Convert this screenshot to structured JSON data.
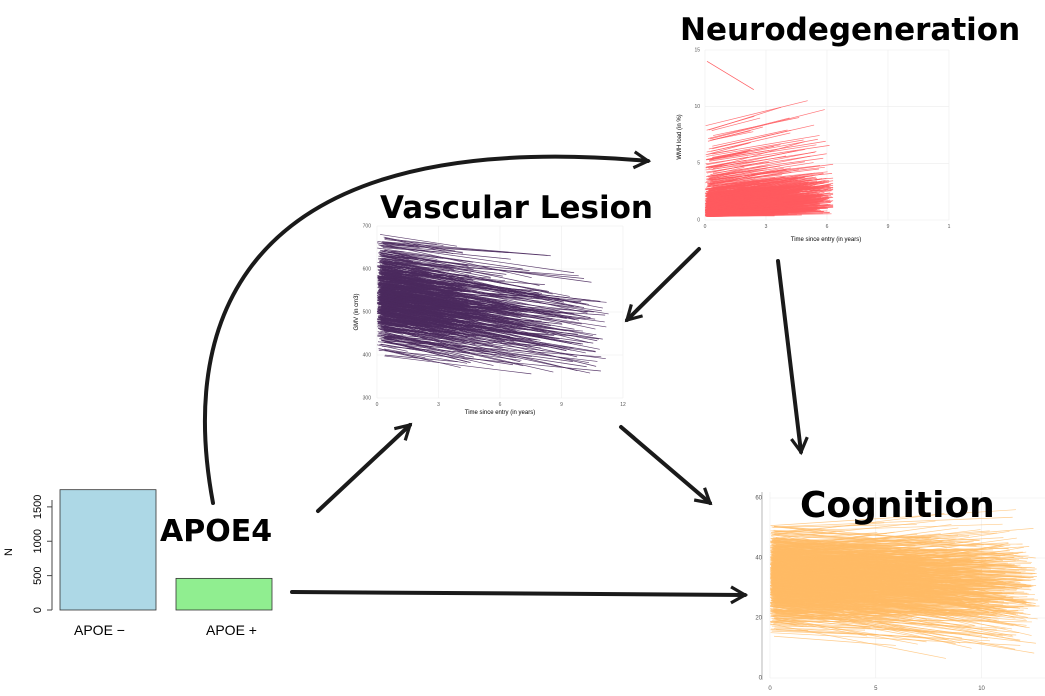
{
  "titles": {
    "neurodegeneration": "Neurodegeneration",
    "vascular_lesion": "Vascular Lesion",
    "cognition": "Cognition",
    "apoe4": "APOE4"
  },
  "colors": {
    "neurodegeneration": "#ff5a5f",
    "vascular_lesion": "#4b2a5e",
    "cognition": "#ffbb66",
    "apoe_neg": "#add8e6",
    "apoe_pos": "#90ee90",
    "arrow": "#1a1a1a"
  },
  "chart_data": [
    {
      "id": "apoe-bar",
      "type": "bar",
      "categories": [
        "APOE −",
        "APOE +"
      ],
      "values": [
        1750,
        460
      ],
      "ylabel": "N",
      "yticks": [
        "0",
        "500",
        "1000",
        "1500"
      ],
      "ylim": [
        0,
        1800
      ],
      "colors": [
        "#add8e6",
        "#90ee90"
      ]
    },
    {
      "id": "neuro-plot",
      "type": "line",
      "xlabel": "Time since entry (in years)",
      "ylabel": "WMH load (in %)",
      "xticks": [
        "0",
        "3",
        "6",
        "9",
        "1"
      ],
      "yticks": [
        "0",
        "5",
        "10",
        "15"
      ],
      "xlim": [
        0,
        12
      ],
      "ylim": [
        0,
        15
      ]
    },
    {
      "id": "vasc-plot",
      "type": "line",
      "xlabel": "Time since entry (in years)",
      "ylabel": "GMV (in cm3)",
      "xticks": [
        "0",
        "3",
        "6",
        "9",
        "12"
      ],
      "yticks": [
        "300",
        "400",
        "500",
        "600",
        "700"
      ],
      "xlim": [
        0,
        12
      ],
      "ylim": [
        300,
        700
      ]
    },
    {
      "id": "cog-plot",
      "type": "line",
      "xticks": [
        "0",
        "5",
        "10"
      ],
      "yticks": [
        "0",
        "20",
        "40",
        "60"
      ],
      "xlim": [
        0,
        13
      ],
      "ylim": [
        0,
        62
      ]
    }
  ]
}
